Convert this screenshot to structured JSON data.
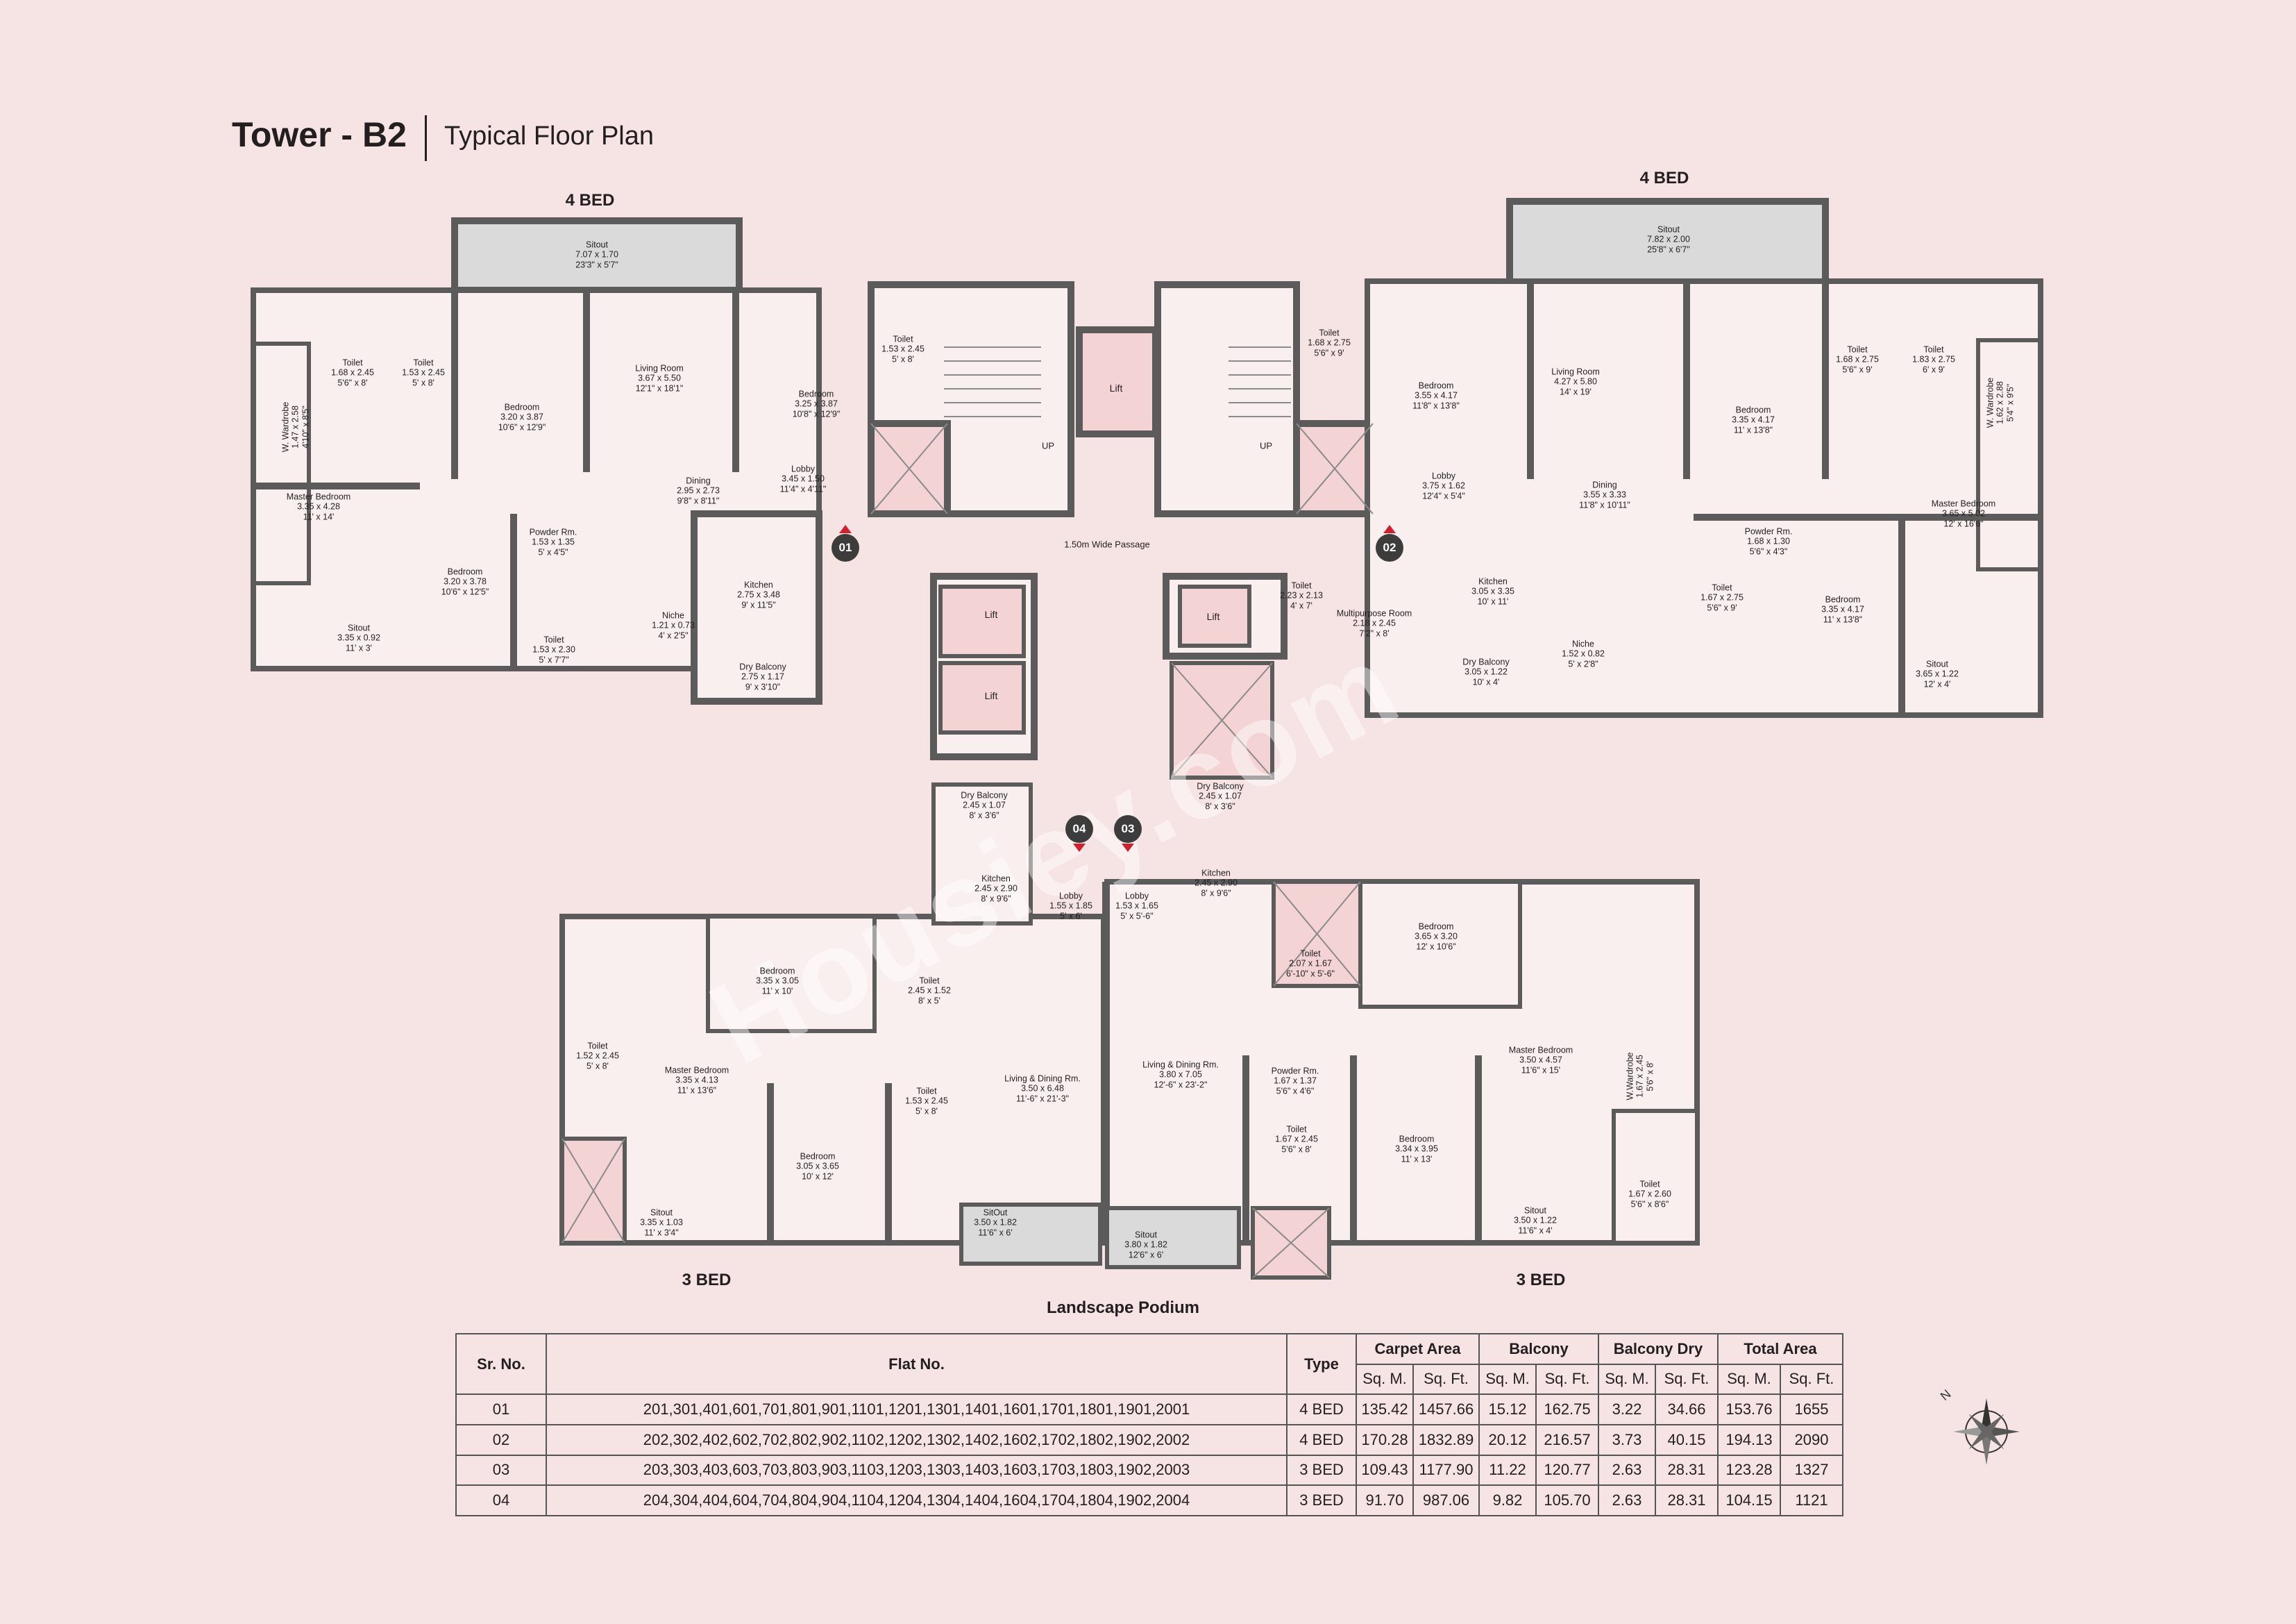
{
  "header": {
    "title": "Tower - B2",
    "subtitle": "Typical Floor Plan"
  },
  "wings": {
    "top_left": "4 BED",
    "top_right": "4 BED",
    "bottom_left": "3 BED",
    "bottom_right": "3 BED"
  },
  "common": {
    "passage": "1.50m Wide Passage",
    "lift": "Lift",
    "up": "UP",
    "landscape_podium": "Landscape Podium",
    "watermark": "Housiey.com",
    "compass_label": "N"
  },
  "callouts": [
    "01",
    "02",
    "03",
    "04"
  ],
  "rooms": [
    {
      "name": "Sitout",
      "dims": "7.07 x 1.70",
      "imperial": "23'3\" x 5'7\""
    },
    {
      "name": "Living Room",
      "dims": "3.67 x 5.50",
      "imperial": "12'1\" x 18'1\""
    },
    {
      "name": "Bedroom",
      "dims": "3.20 x 3.87",
      "imperial": "10'6\" x 12'9\""
    },
    {
      "name": "Bedroom",
      "dims": "3.25 x 3.87",
      "imperial": "10'8\" x 12'9\""
    },
    {
      "name": "Toilet",
      "dims": "1.68 x 2.45",
      "imperial": "5'6\" x 8'"
    },
    {
      "name": "Toilet",
      "dims": "1.53 x 2.45",
      "imperial": "5' x 8'"
    },
    {
      "name": "W. Wardrobe",
      "dims": "1.47 x 2.58",
      "imperial": "4'10\" x 8'5\""
    },
    {
      "name": "Toilet",
      "dims": "1.53 x 2.45",
      "imperial": "5' x 8'"
    },
    {
      "name": "Lobby",
      "dims": "3.45 x 1.50",
      "imperial": "11'4\" x 4'11\""
    },
    {
      "name": "Dining",
      "dims": "2.95 x 2.73",
      "imperial": "9'8\" x 8'11\""
    },
    {
      "name": "Master Bedroom",
      "dims": "3.35 x 4.28",
      "imperial": "11' x 14'"
    },
    {
      "name": "Bedroom",
      "dims": "3.20 x 3.78",
      "imperial": "10'6\" x 12'5\""
    },
    {
      "name": "Powder Rm.",
      "dims": "1.53 x 1.35",
      "imperial": "5' x 4'5\""
    },
    {
      "name": "Kitchen",
      "dims": "2.75 x 3.48",
      "imperial": "9' x 11'5\""
    },
    {
      "name": "Niche",
      "dims": "1.21 x 0.73",
      "imperial": "4' x 2'5\""
    },
    {
      "name": "Sitout",
      "dims": "3.35 x 0.92",
      "imperial": "11' x 3'"
    },
    {
      "name": "Toilet",
      "dims": "1.53 x 2.30",
      "imperial": "5' x 7'7\""
    },
    {
      "name": "Dry Balcony",
      "dims": "2.75 x 1.17",
      "imperial": "9' x 3'10\""
    },
    {
      "name": "Sitout",
      "dims": "7.82 x 2.00",
      "imperial": "25'8\" x 6'7\""
    },
    {
      "name": "Toilet",
      "dims": "1.68 x 2.75",
      "imperial": "5'6\" x 9'"
    },
    {
      "name": "Bedroom",
      "dims": "3.55 x 4.17",
      "imperial": "11'8\" x 13'8\""
    },
    {
      "name": "Living Room",
      "dims": "4.27 x 5.80",
      "imperial": "14' x 19'"
    },
    {
      "name": "Bedroom",
      "dims": "3.35 x 4.17",
      "imperial": "11' x 13'8\""
    },
    {
      "name": "Toilet",
      "dims": "1.68 x 2.75",
      "imperial": "5'6\" x 9'"
    },
    {
      "name": "Toilet",
      "dims": "1.83 x 2.75",
      "imperial": "6' x 9'"
    },
    {
      "name": "W. Wardrobe",
      "dims": "1.62 x 2.88",
      "imperial": "5'4\" x 9'5\""
    },
    {
      "name": "Lobby",
      "dims": "3.75 x 1.62",
      "imperial": "12'4\" x 5'4\""
    },
    {
      "name": "Dining",
      "dims": "3.55 x 3.33",
      "imperial": "11'8\" x 10'11\""
    },
    {
      "name": "Master Bedroom",
      "dims": "3.65 x 5.02",
      "imperial": "12' x 16'6\""
    },
    {
      "name": "Powder Rm.",
      "dims": "1.68 x 1.30",
      "imperial": "5'6\" x 4'3\""
    },
    {
      "name": "Toilet",
      "dims": "2.23 x 2.13",
      "imperial": "4' x 7'"
    },
    {
      "name": "Multipurpose Room",
      "dims": "2.18 x 2.45",
      "imperial": "7'2\" x 8'"
    },
    {
      "name": "Kitchen",
      "dims": "3.05 x 3.35",
      "imperial": "10' x 11'"
    },
    {
      "name": "Toilet",
      "dims": "1.67 x 2.75",
      "imperial": "5'6\" x 9'"
    },
    {
      "name": "Bedroom",
      "dims": "3.35 x 4.17",
      "imperial": "11' x 13'8\""
    },
    {
      "name": "Dry Balcony",
      "dims": "3.05 x 1.22",
      "imperial": "10' x 4'"
    },
    {
      "name": "Niche",
      "dims": "1.52 x 0.82",
      "imperial": "5' x 2'8\""
    },
    {
      "name": "Sitout",
      "dims": "3.65 x 1.22",
      "imperial": "12' x 4'"
    },
    {
      "name": "Dry Balcony",
      "dims": "2.45 x 1.07",
      "imperial": "8' x 3'6\""
    },
    {
      "name": "Dry Balcony",
      "dims": "2.45 x 1.07",
      "imperial": "8' x 3'6\""
    },
    {
      "name": "Kitchen",
      "dims": "2.45 x 2.90",
      "imperial": "8' x 9'6\""
    },
    {
      "name": "Lobby",
      "dims": "1.55 x 1.85",
      "imperial": "5' x 6'"
    },
    {
      "name": "Lobby",
      "dims": "1.53 x 1.65",
      "imperial": "5' x 5'-6\""
    },
    {
      "name": "Kitchen",
      "dims": "2.45 x 2.90",
      "imperial": "8' x 9'6\""
    },
    {
      "name": "Bedroom",
      "dims": "3.65 x 3.20",
      "imperial": "12' x 10'6\""
    },
    {
      "name": "Bedroom",
      "dims": "3.35 x 3.05",
      "imperial": "11' x 10'"
    },
    {
      "name": "Toilet",
      "dims": "2.45 x 1.52",
      "imperial": "8' x 5'"
    },
    {
      "name": "Toilet",
      "dims": "2.07 x 1.67",
      "imperial": "6'-10\" x 5'-6\""
    },
    {
      "name": "Toilet",
      "dims": "1.52 x 2.45",
      "imperial": "5' x 8'"
    },
    {
      "name": "Master Bedroom",
      "dims": "3.35 x 4.13",
      "imperial": "11' x 13'6\""
    },
    {
      "name": "Living & Dining Rm.",
      "dims": "3.50 x 6.48",
      "imperial": "11'-6\" x 21'-3\""
    },
    {
      "name": "Living & Dining Rm.",
      "dims": "3.80 x 7.05",
      "imperial": "12'-6\" x 23'-2\""
    },
    {
      "name": "Master Bedroom",
      "dims": "3.50 x 4.57",
      "imperial": "11'6\" x 15'"
    },
    {
      "name": "W.Wardrobe",
      "dims": "1.67 x 2.45",
      "imperial": "5'6\" x 8'"
    },
    {
      "name": "Toilet",
      "dims": "1.53 x 2.45",
      "imperial": "5' x 8'"
    },
    {
      "name": "Powder Rm.",
      "dims": "1.67 x 1.37",
      "imperial": "5'6\" x 4'6\""
    },
    {
      "name": "Toilet",
      "dims": "1.67 x 2.45",
      "imperial": "5'6\" x 8'"
    },
    {
      "name": "Bedroom",
      "dims": "3.34 x 3.95",
      "imperial": "11' x 13'"
    },
    {
      "name": "Bedroom",
      "dims": "3.05 x 3.65",
      "imperial": "10' x 12'"
    },
    {
      "name": "Toilet",
      "dims": "1.67 x 2.60",
      "imperial": "5'6\" x 8'6\""
    },
    {
      "name": "Sitout",
      "dims": "3.35 x 1.03",
      "imperial": "11' x 3'4\""
    },
    {
      "name": "SitOut",
      "dims": "3.50 x 1.82",
      "imperial": "11'6\" x 6'"
    },
    {
      "name": "Sitout",
      "dims": "3.80 x 1.82",
      "imperial": "12'6\" x 6'"
    },
    {
      "name": "Sitout",
      "dims": "3.50 x 1.22",
      "imperial": "11'6\" x 4'"
    }
  ],
  "table": {
    "headers": [
      "Sr. No.",
      "Flat No.",
      "Type",
      "Carpet Area",
      "Balcony",
      "Balcony Dry",
      "Total Area"
    ],
    "subheaders": [
      "Sq. M.",
      "Sq. Ft.",
      "Sq. M.",
      "Sq. Ft.",
      "Sq. M.",
      "Sq. Ft.",
      "Sq. M.",
      "Sq. Ft."
    ],
    "rows": [
      [
        "01",
        "201,301,401,601,701,801,901,1101,1201,1301,1401,1601,1701,1801,1901,2001",
        "4 BED",
        "135.42",
        "1457.66",
        "15.12",
        "162.75",
        "3.22",
        "34.66",
        "153.76",
        "1655"
      ],
      [
        "02",
        "202,302,402,602,702,802,902,1102,1202,1302,1402,1602,1702,1802,1902,2002",
        "4 BED",
        "170.28",
        "1832.89",
        "20.12",
        "216.57",
        "3.73",
        "40.15",
        "194.13",
        "2090"
      ],
      [
        "03",
        "203,303,403,603,703,803,903,1103,1203,1303,1403,1603,1703,1803,1902,2003",
        "3 BED",
        "109.43",
        "1177.90",
        "11.22",
        "120.77",
        "2.63",
        "28.31",
        "123.28",
        "1327"
      ],
      [
        "04",
        "204,304,404,604,704,804,904,1104,1204,1304,1404,1604,1704,1804,1902,2004",
        "3 BED",
        "91.70",
        "987.06",
        "9.82",
        "105.70",
        "2.63",
        "28.31",
        "104.15",
        "1121"
      ]
    ]
  }
}
